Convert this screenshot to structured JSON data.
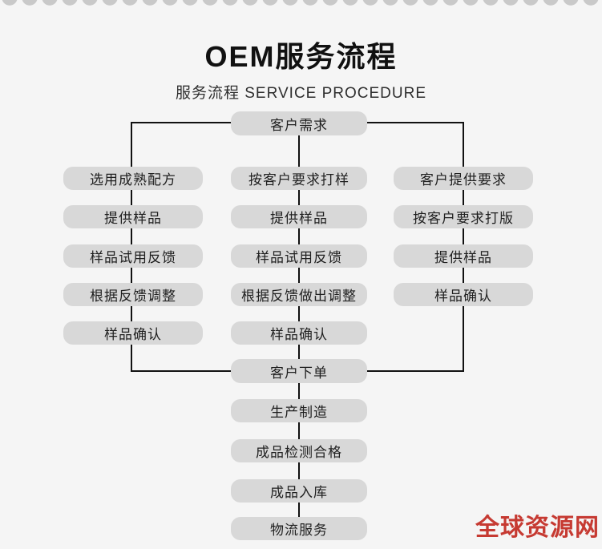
{
  "page": {
    "title": "OEM服务流程",
    "subtitle": "服务流程 SERVICE PROCEDURE"
  },
  "flow": {
    "start": "客户需求",
    "columns": [
      {
        "name": "left",
        "steps": [
          "选用成熟配方",
          "提供样品",
          "样品试用反馈",
          "根据反馈调整",
          "样品确认"
        ]
      },
      {
        "name": "middle",
        "steps": [
          "按客户要求打样",
          "提供样品",
          "样品试用反馈",
          "根据反馈做出调整",
          "样品确认"
        ]
      },
      {
        "name": "right",
        "steps": [
          "客户提供要求",
          "按客户要求打版",
          "提供样品",
          "样品确认"
        ]
      }
    ],
    "final_steps": [
      "客户下单",
      "生产制造",
      "成品检测合格",
      "成品入库",
      "物流服务"
    ]
  },
  "watermark": {
    "text": "全球资源网"
  },
  "colors": {
    "background": "#f5f5f5",
    "box_fill": "#d8d8d8",
    "line": "#111111",
    "scallop": "#c9c9c9",
    "watermark_red": "#c63a32"
  }
}
